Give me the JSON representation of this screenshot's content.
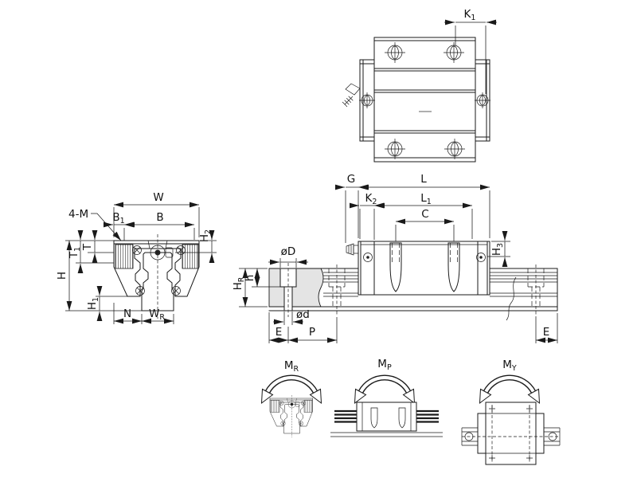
{
  "colors": {
    "line": "#1a1a1a",
    "background": "#ffffff",
    "section_fill": "#e4e4e4"
  },
  "top_view": {
    "dims": {
      "k1": {
        "base": "K",
        "sub": "1"
      }
    }
  },
  "front_view": {
    "dims": {
      "w": {
        "base": "W"
      },
      "four_m": {
        "base": "4-M"
      },
      "b1": {
        "base": "B",
        "sub": "1"
      },
      "b": {
        "base": "B"
      },
      "h2": {
        "base": "H",
        "sub": "2"
      },
      "t": {
        "base": "T"
      },
      "t1": {
        "base": "T",
        "sub": "1"
      },
      "h": {
        "base": "H"
      },
      "h1": {
        "base": "H",
        "sub": "1"
      },
      "n": {
        "base": "N"
      },
      "wr": {
        "base": "W",
        "sub": "R"
      }
    }
  },
  "side_view": {
    "dims": {
      "g": {
        "base": "G"
      },
      "l": {
        "base": "L"
      },
      "k2": {
        "base": "K",
        "sub": "2"
      },
      "l1": {
        "base": "L",
        "sub": "1"
      },
      "c": {
        "base": "C"
      },
      "d_major": {
        "base": "øD"
      },
      "d_minor": {
        "base": "ød"
      },
      "hr": {
        "base": "H",
        "sub": "R"
      },
      "h_depth": {
        "base": "h"
      },
      "e_left": {
        "base": "E"
      },
      "p": {
        "base": "P"
      },
      "h3": {
        "base": "H",
        "sub": "3"
      },
      "e_right": {
        "base": "E"
      }
    }
  },
  "moments": {
    "mr": {
      "base": "M",
      "sub": "R"
    },
    "mp": {
      "base": "M",
      "sub": "P"
    },
    "my": {
      "base": "M",
      "sub": "Y"
    }
  }
}
